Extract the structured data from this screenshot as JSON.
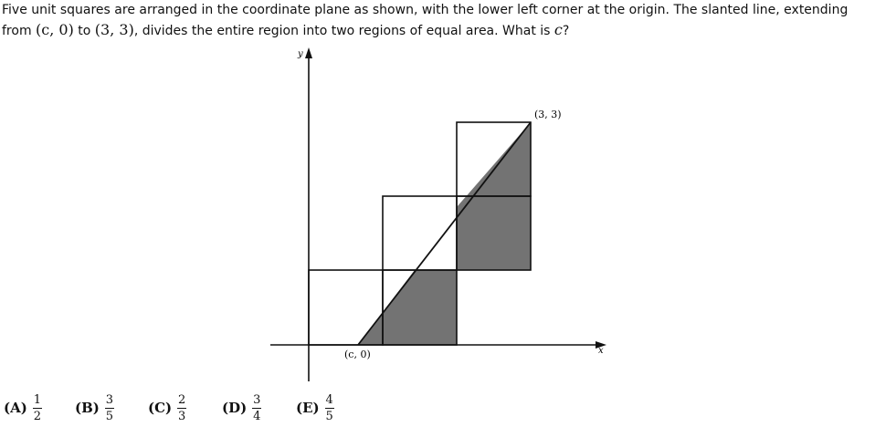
{
  "question": {
    "text_1": "Five unit squares are arranged in the coordinate plane as shown, with the lower left corner at the origin. The slanted line, extending from ",
    "math_1": "(c, 0)",
    "text_2": " to ",
    "math_2": "(3, 3)",
    "text_3": ", divides the entire region into two regions of equal area. What is ",
    "math_3": "c",
    "text_4": "?"
  },
  "figure": {
    "x_axis_label": "x",
    "y_axis_label": "y",
    "point_start_label": "(c, 0)",
    "point_end_label": "(3, 3)",
    "shade_color": "#737373",
    "line_color": "#111111"
  },
  "choices": [
    {
      "label": "(A)",
      "num": "1",
      "den": "2"
    },
    {
      "label": "(B)",
      "num": "3",
      "den": "5"
    },
    {
      "label": "(C)",
      "num": "2",
      "den": "3"
    },
    {
      "label": "(D)",
      "num": "3",
      "den": "4"
    },
    {
      "label": "(E)",
      "num": "4",
      "den": "5"
    }
  ]
}
